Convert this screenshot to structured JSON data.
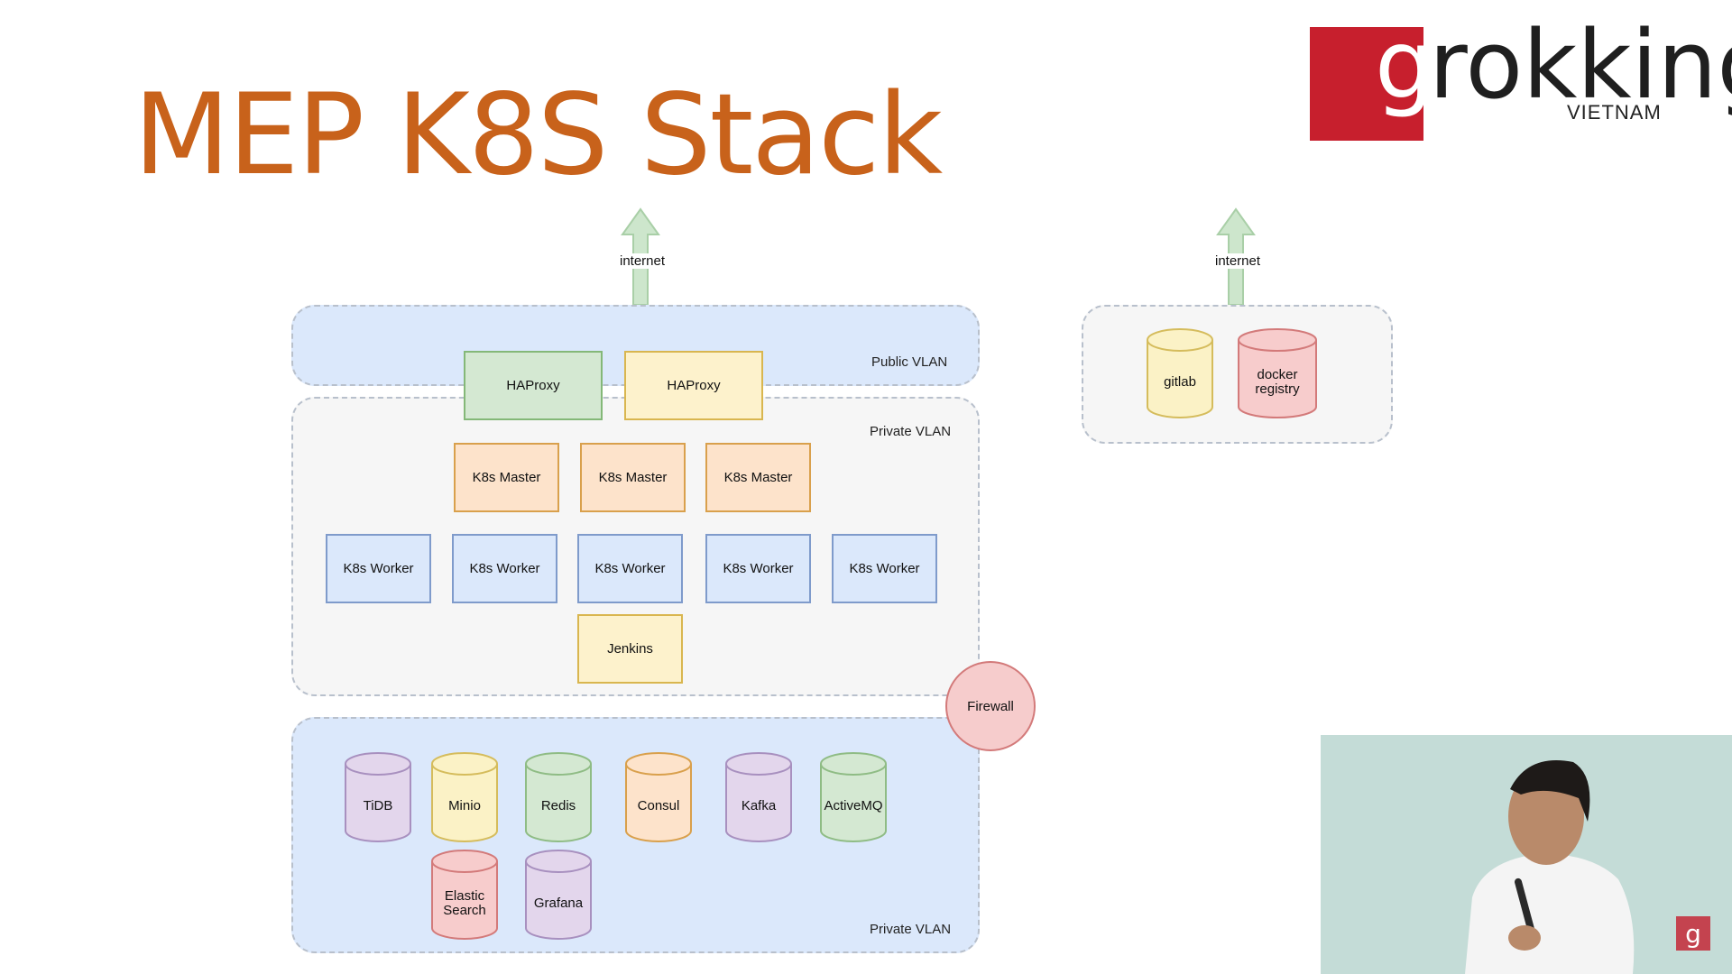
{
  "slide": {
    "title": "MEP K8S Stack"
  },
  "logo": {
    "initial": "g",
    "word": "rokking",
    "country": "VIETNAM"
  },
  "diagram": {
    "arrows": [
      {
        "label": "internet"
      },
      {
        "label": "internet"
      }
    ],
    "zones": {
      "public_vlan": "Public VLAN",
      "private_vlan": "Private VLAN",
      "data_vlan": "Private VLAN"
    },
    "proxies": [
      "HAProxy",
      "HAProxy"
    ],
    "masters": [
      "K8s Master",
      "K8s Master",
      "K8s Master"
    ],
    "workers": [
      "K8s Worker",
      "K8s Worker",
      "K8s Worker",
      "K8s Worker",
      "K8s Worker"
    ],
    "jenkins": "Jenkins",
    "firewall": "Firewall",
    "datastores": [
      "TiDB",
      "Minio",
      "Redis",
      "Consul",
      "Kafka",
      "ActiveMQ",
      "Elastic\nSearch",
      "Grafana"
    ],
    "external": [
      "gitlab",
      "docker\nregistry"
    ]
  },
  "colors": {
    "title": "#c8621b",
    "logo_red": "#c71f2d",
    "zone_blue": "#dbe8fb",
    "zone_grey": "#f6f6f6",
    "arrow_green": "#cde6cc"
  },
  "corner_badge": "g"
}
